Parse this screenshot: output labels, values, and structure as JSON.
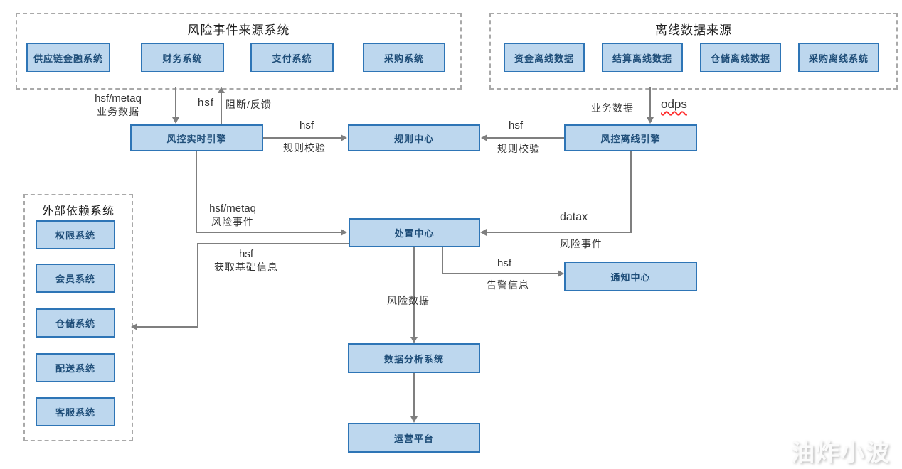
{
  "watermark": "油炸小波",
  "colors": {
    "node_fill": "#BDD7EE",
    "node_border": "#2E75B6",
    "node_text": "#1F4E79",
    "arrow": "#7f7f7f",
    "spellcheck_underline": "#ff2a2a"
  },
  "groups": {
    "risk_sources": {
      "title": "风险事件来源系统",
      "items": [
        "供应链金融系统",
        "财务系统",
        "支付系统",
        "采购系统"
      ]
    },
    "offline_sources": {
      "title": "离线数据来源",
      "items": [
        "资金离线数据",
        "结算离线数据",
        "仓储离线数据",
        "采购离线系统"
      ]
    },
    "external_deps": {
      "title": "外部依赖系统",
      "items": [
        "权限系统",
        "会员系统",
        "仓储系统",
        "配送系统",
        "客服系统"
      ]
    }
  },
  "nodes": {
    "realtime_engine": "风控实时引擎",
    "rule_center": "规则中心",
    "offline_engine": "风控离线引擎",
    "disposal_center": "处置中心",
    "notify_center": "通知中心",
    "data_analysis": "数据分析系统",
    "operation_platform": "运营平台"
  },
  "edges": {
    "biz_data_realtime": {
      "proto": "hsf/metaq",
      "label": "业务数据"
    },
    "block_feedback": {
      "proto": "hsf",
      "label": "阻断/反馈"
    },
    "rule_check_rt": {
      "proto": "hsf",
      "label": "规则校验"
    },
    "rule_check_off": {
      "proto": "hsf",
      "label": "规则校验"
    },
    "biz_data_offline": {
      "label": "业务数据",
      "proto": "odps"
    },
    "risk_event_rt": {
      "proto": "hsf/metaq",
      "label": "风险事件"
    },
    "basic_info": {
      "proto": "hsf",
      "label": "获取基础信息"
    },
    "risk_event_off": {
      "proto": "datax",
      "label": "风险事件"
    },
    "alarm": {
      "proto": "hsf",
      "label": "告警信息"
    },
    "risk_data": {
      "label": "风险数据"
    }
  }
}
